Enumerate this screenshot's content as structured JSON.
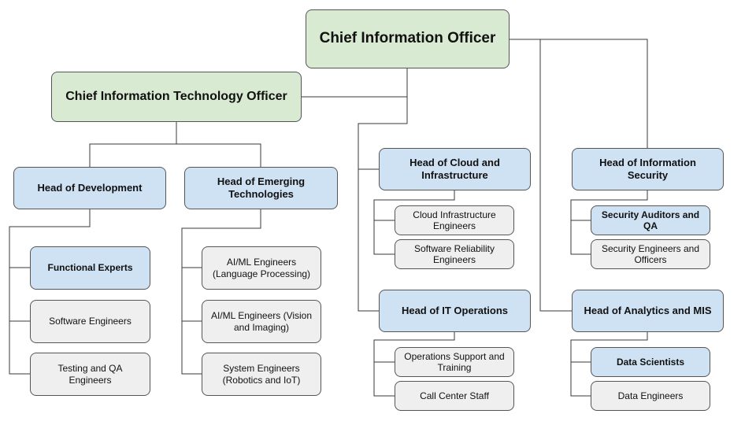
{
  "colors": {
    "executive_fill": "#d9ead3",
    "head_fill": "#cfe2f3",
    "staff_fill": "#efefef",
    "highlight_staff_fill": "#cfe2f3",
    "connector": "#3a3a3a"
  },
  "cio": "Chief Information Officer",
  "cito": "Chief Information Technology Officer",
  "heads": {
    "development": "Head of Development",
    "emerging": "Head of Emerging Technologies",
    "cloud": "Head of Cloud and Infrastructure",
    "security": "Head of Information Security",
    "it_ops": "Head of IT Operations",
    "analytics": "Head of Analytics and MIS"
  },
  "teams": {
    "development": [
      "Functional Experts",
      "Software Engineers",
      "Testing and QA Engineers"
    ],
    "emerging": [
      "AI/ML Engineers (Language Processing)",
      "AI/ML Engineers (Vision and Imaging)",
      "System Engineers (Robotics and IoT)"
    ],
    "cloud": [
      "Cloud Infrastructure Engineers",
      "Software Reliability Engineers"
    ],
    "security": [
      "Security Auditors and QA",
      "Security Engineers and Officers"
    ],
    "it_ops": [
      "Operations Support and Training",
      "Call Center Staff"
    ],
    "analytics": [
      "Data Scientists",
      "Data Engineers"
    ]
  }
}
